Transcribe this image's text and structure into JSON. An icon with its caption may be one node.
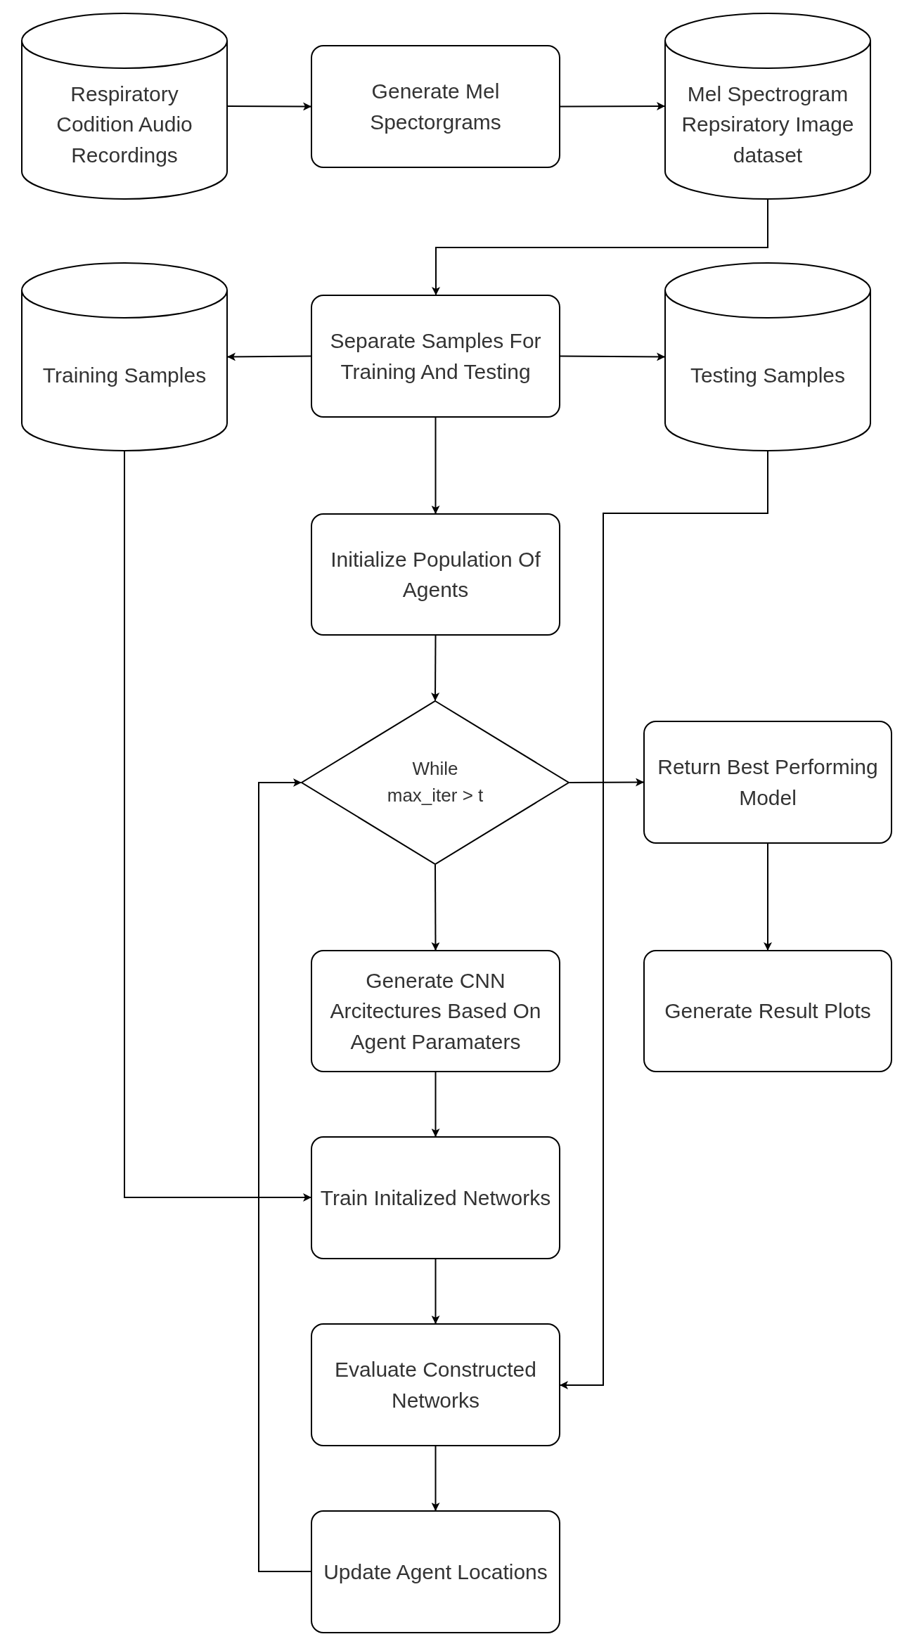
{
  "diagram": {
    "nodes": [
      {
        "text": [
          "Respiratory Codition Audio Recordings"
        ]
      },
      {
        "text": [
          "Generate Mel Spectorgrams"
        ]
      },
      {
        "text": [
          "Mel Spectrogram Repsiratory Image dataset"
        ]
      },
      {
        "text": [
          "Separate Samples For Training And Testing"
        ]
      },
      {
        "text": [
          "Training Samples"
        ]
      },
      {
        "text": [
          "Testing Samples"
        ]
      },
      {
        "text": [
          "Initialize Population Of Agents"
        ]
      },
      {
        "text": [
          "While max_iter > t"
        ]
      },
      {
        "text": [
          "Return Best Performing Model"
        ]
      },
      {
        "text": [
          "Generate Result Plots"
        ]
      },
      {
        "text": [
          "Generate CNN Arcitectures Based On Agent Paramaters"
        ]
      },
      {
        "text": [
          "Train Initalized Networks"
        ]
      },
      {
        "text": [
          "Evaluate Constructed Networks"
        ]
      },
      {
        "text": [
          "Update Agent Locations"
        ]
      }
    ],
    "edges": [
      {
        "from": 0,
        "to": 1,
        "arrow": "to"
      },
      {
        "from": 1,
        "to": 2,
        "arrow": "to"
      },
      {
        "from": 2,
        "to": 3,
        "arrow": "to"
      },
      {
        "from": 3,
        "to": 4,
        "arrow": "to"
      },
      {
        "from": 3,
        "to": 5,
        "arrow": "to"
      },
      {
        "from": 3,
        "to": 6,
        "arrow": "to"
      },
      {
        "from": 6,
        "to": 7,
        "arrow": "to"
      },
      {
        "from": 7,
        "to": 8,
        "arrow": "to"
      },
      {
        "from": 7,
        "to": 10,
        "arrow": "to"
      },
      {
        "from": 8,
        "to": 9,
        "arrow": "to"
      },
      {
        "from": 10,
        "to": 11,
        "arrow": "to"
      },
      {
        "from": 4,
        "to": 11,
        "arrow": "to"
      },
      {
        "from": 11,
        "to": 12,
        "arrow": "to"
      },
      {
        "from": 5,
        "to": 12,
        "arrow": "to"
      },
      {
        "from": 12,
        "to": 13,
        "arrow": "to"
      },
      {
        "from": 13,
        "to": 7,
        "arrow": "to"
      }
    ]
  }
}
